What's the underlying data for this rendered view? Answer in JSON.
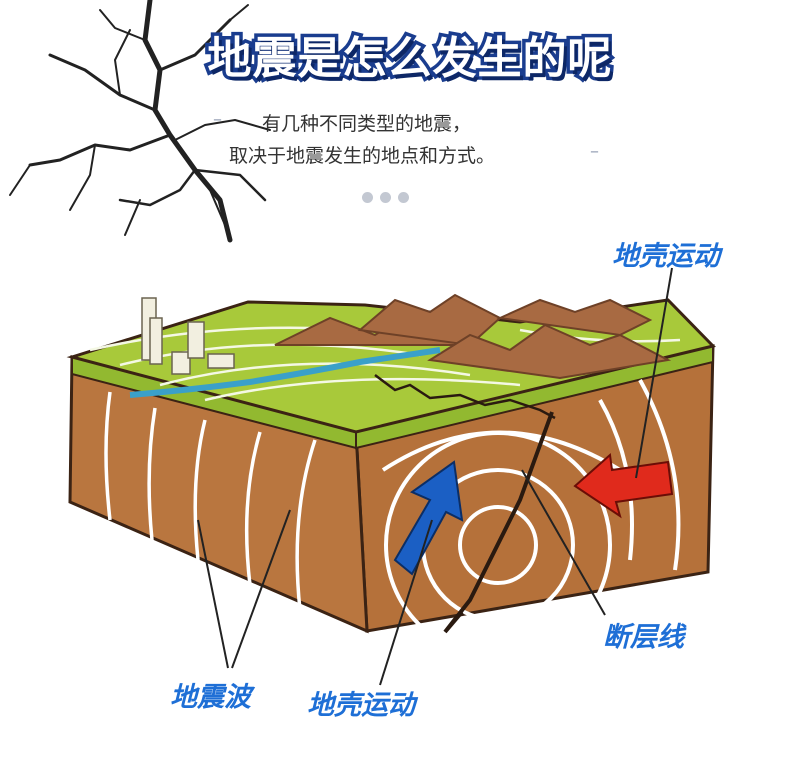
{
  "header": {
    "title": "地震是怎么发生的呢",
    "subtitle_line1": "有几种不同类型的地震，",
    "subtitle_line2": "取决于地震发生的地点和方式。",
    "dash": "–"
  },
  "labels": {
    "crust_motion_top": "地壳运动",
    "fault_line": "断层线",
    "seismic_waves": "地震波",
    "crust_motion_bottom": "地壳运动"
  },
  "colors": {
    "title_fill": "#ffffff",
    "title_stroke": "#1a3d8f",
    "label_blue": "#1e6fd6",
    "grass": "#a8c93a",
    "soil": "#b5713a",
    "mountain": "#a86a42",
    "river": "#3aa0c9",
    "arrow_blue": "#1b5fc4",
    "arrow_red": "#e02a1c"
  },
  "icons": [
    "crack-icon",
    "blue-arrow-icon",
    "red-arrow-icon",
    "building-icon"
  ]
}
